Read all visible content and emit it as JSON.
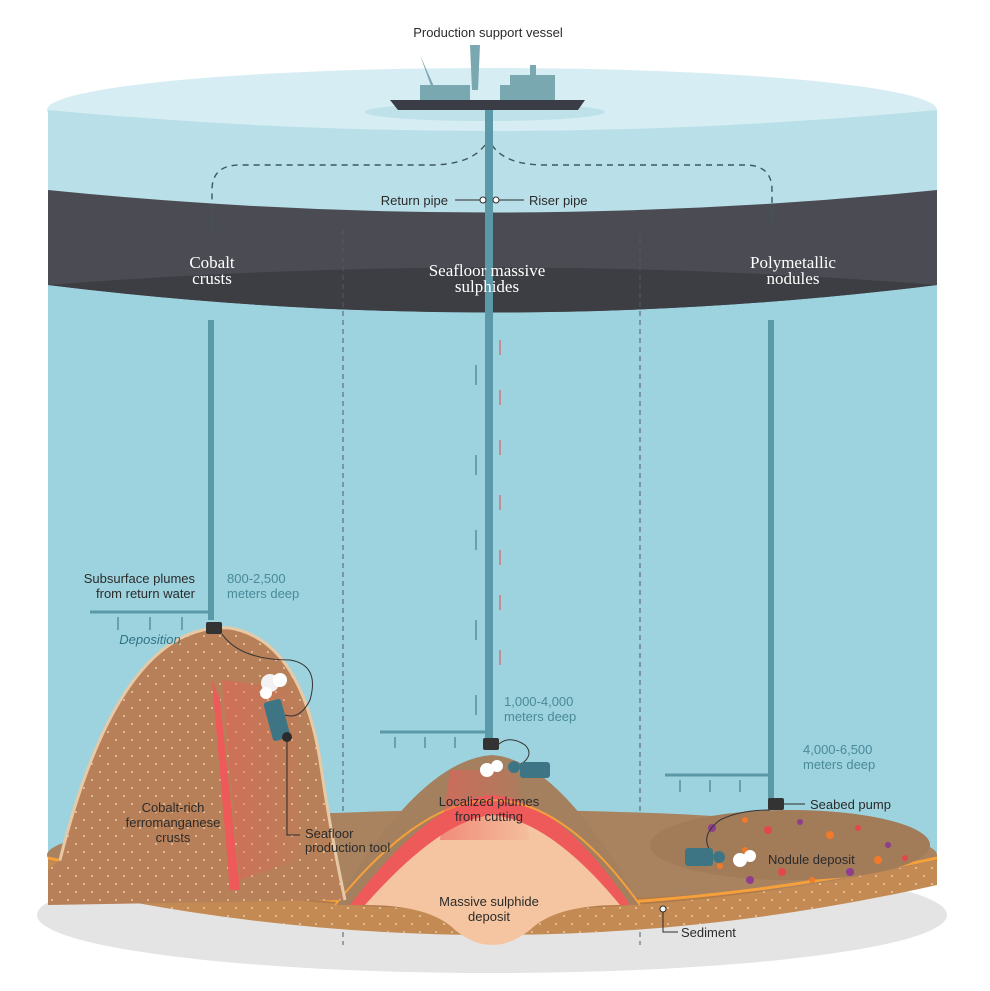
{
  "labels": {
    "vessel": "Production support vessel",
    "return_pipe": "Return pipe",
    "riser_pipe": "Riser pipe",
    "sections": [
      {
        "line1": "Cobalt",
        "line2": "crusts"
      },
      {
        "line1": "Seafloor massive",
        "line2": "sulphides"
      },
      {
        "line1": "Polymetallic",
        "line2": "nodules"
      }
    ],
    "plumes_return_1": "Subsurface plumes",
    "plumes_return_2": "from return water",
    "deposition": "Deposition",
    "depth_cobalt_1": "800-2,500",
    "depth_cobalt_2": "meters deep",
    "depth_sulphide_1": "1,000-4,000",
    "depth_sulphide_2": "meters deep",
    "depth_nodules_1": "4,000-6,500",
    "depth_nodules_2": "meters deep",
    "seabed_pump": "Seabed pump",
    "cobalt_crusts_1": "Cobalt-rich",
    "cobalt_crusts_2": "ferromanganese",
    "cobalt_crusts_3": "crusts",
    "production_tool_1": "Seafloor",
    "production_tool_2": "production tool",
    "local_plumes_1": "Localized plumes",
    "local_plumes_2": "from cutting",
    "nodule_deposit": "Nodule deposit",
    "sulphide_deposit_1": "Massive sulphide",
    "sulphide_deposit_2": "deposit",
    "sediment": "Sediment"
  },
  "colors": {
    "water_top": "#cfe9f0",
    "water": "#9dd3df",
    "dark_band": "#4a4a52",
    "rock": "#b8885f",
    "rock_dark": "#8f6240",
    "seafloor": "#a9825f",
    "sulphide": "#f4c5a0",
    "red_zone": "#ee5a5a",
    "sediment": "#f5a03b",
    "pipe": "#5b98a8"
  }
}
